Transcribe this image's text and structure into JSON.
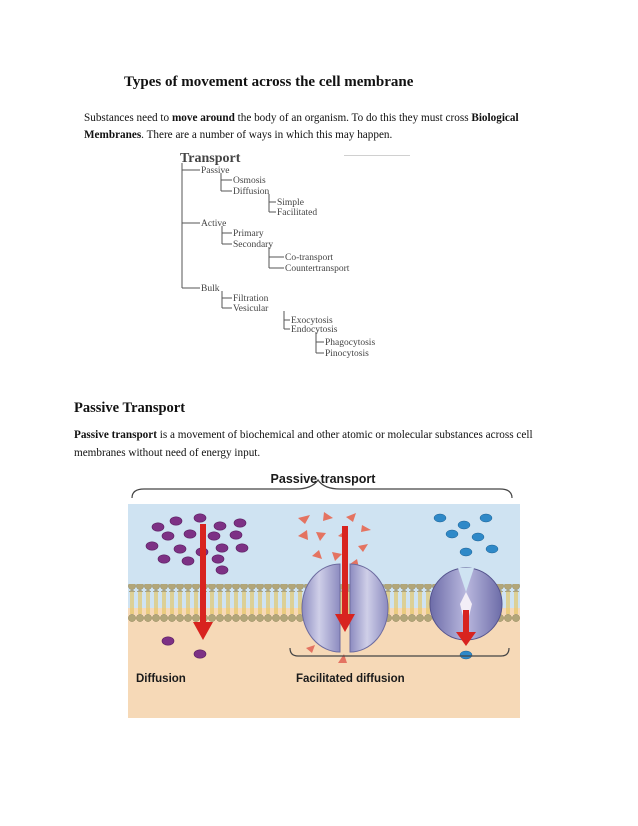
{
  "document": {
    "title": "Types of movement across the cell membrane",
    "intro": {
      "p1": "Substances need to ",
      "b1": "move around",
      "p2": " the body of an organism. To do this they must cross ",
      "b2": "Biological Membranes",
      "p3": ". There are a number of ways in which this may happen."
    },
    "tree": {
      "root": "Transport",
      "passive": "Passive",
      "osmosis": "Osmosis",
      "diffusion": "Diffusion",
      "simple": "Simple",
      "facilitated": "Facilitated",
      "active": "Active",
      "primary": "Primary",
      "secondary": "Secondary",
      "cotransport": "Co-transport",
      "countertransport": "Countertransport",
      "bulk": "Bulk",
      "filtration": "Filtration",
      "vesicular": "Vesicular",
      "exocytosis": "Exocytosis",
      "endocytosis": "Endocytosis",
      "phagocytosis": "Phagocytosis",
      "pinocytosis": "Pinocytosis"
    },
    "passive_heading": "Passive Transport",
    "passive_para": {
      "b1": "Passive transport",
      "p1": " is a movement of biochemical and other atomic or molecular substances across cell membranes without need of energy input."
    },
    "figure": {
      "banner": "Passive transport",
      "label_left": "Diffusion",
      "label_right": "Facilitated diffusion"
    }
  },
  "colors": {
    "extracellular": "#cfe3f2",
    "cytoplasm": "#f6d9b7",
    "membrane_head": "#b2a679",
    "tail": "#e4c663",
    "arrow": "#d8231f",
    "purple_ion": "#7d3185",
    "red_triangle": "#e47361",
    "blue_ion": "#2f89c8",
    "protein": "#a7a6d1"
  }
}
